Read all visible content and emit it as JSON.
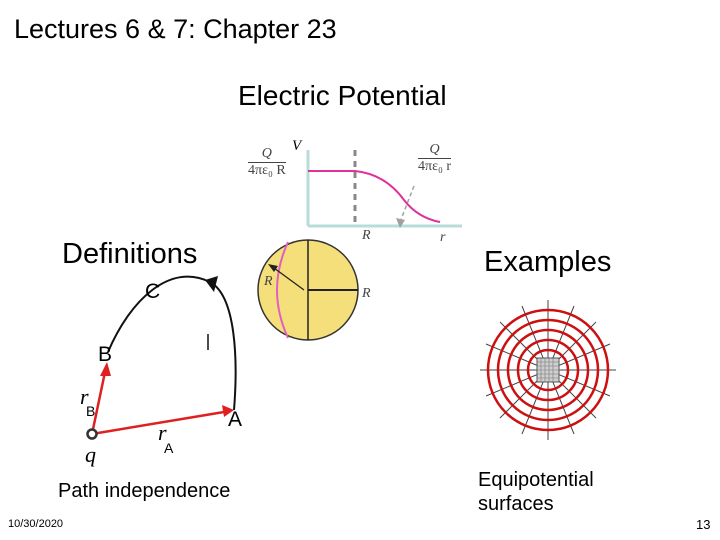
{
  "slide": {
    "title": "Lectures 6 & 7:  Chapter 23",
    "subtitle": "Electric Potential",
    "definitions_heading": "Definitions",
    "examples_heading": "Examples",
    "date": "10/30/2020",
    "page_number": "13"
  },
  "graph": {
    "y_label": "V",
    "x_label": "r",
    "r_tick": "R",
    "left_fraction": {
      "numerator": "Q",
      "denominator": "4πε₀ R"
    },
    "right_fraction": {
      "numerator": "Q",
      "denominator": "4πε₀ r"
    },
    "axis_color": "#b8dcd8",
    "curve_color": "#e0309a"
  },
  "sphere": {
    "radius_label_inner": "R",
    "radius_label_outer": "R",
    "fill_color": "#f5df7a"
  },
  "path_figure": {
    "point_c": "C",
    "point_b": "B",
    "point_a": "A",
    "r_b": "r",
    "r_b_sub": "B",
    "r_a": "r",
    "r_a_sub": "A",
    "charge": "q",
    "caption": "Path independence",
    "vector_color": "#e02020"
  },
  "equipotential": {
    "caption": "Equipotential surfaces",
    "ring_color": "#cc1010"
  }
}
